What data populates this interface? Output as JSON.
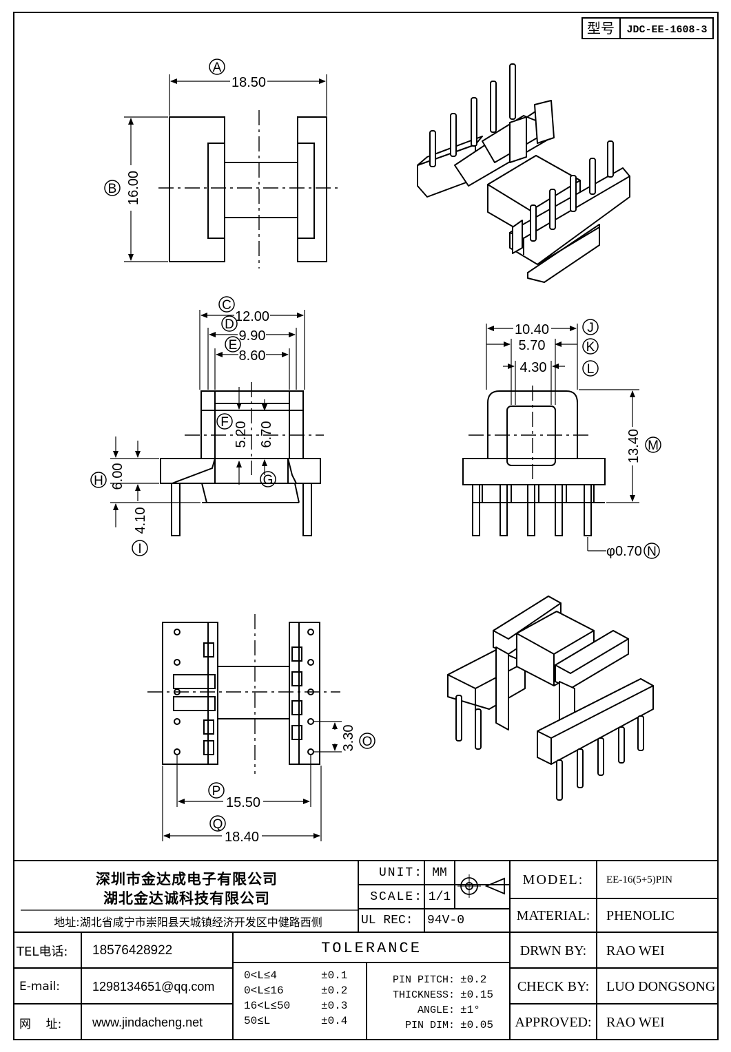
{
  "part_number": {
    "label": "型号",
    "value": "JDC-EE-1608-3"
  },
  "dimensions": {
    "A": {
      "tag": "A",
      "value": "18.50"
    },
    "B": {
      "tag": "B",
      "value": "16.00"
    },
    "C": {
      "tag": "C",
      "value": "12.00"
    },
    "D": {
      "tag": "D",
      "value": "9.90"
    },
    "E": {
      "tag": "E",
      "value": "8.60"
    },
    "F": {
      "tag": "F",
      "value": "5.20"
    },
    "G": {
      "tag": "G",
      "value": "6.70"
    },
    "H": {
      "tag": "H",
      "value": "6.00"
    },
    "I": {
      "tag": "I",
      "value": "4.10"
    },
    "J": {
      "tag": "J",
      "value": "10.40"
    },
    "K": {
      "tag": "K",
      "value": "5.70"
    },
    "L": {
      "tag": "L",
      "value": "4.30"
    },
    "M": {
      "tag": "M",
      "value": "13.40"
    },
    "N": {
      "tag": "N",
      "value": "φ0.70"
    },
    "O": {
      "tag": "O",
      "value": "3.30"
    },
    "P": {
      "tag": "P",
      "value": "15.50"
    },
    "Q": {
      "tag": "Q",
      "value": "18.40"
    }
  },
  "company": {
    "name_1": "深圳市金达成电子有限公司",
    "name_2": "湖北金达诚科技有限公司",
    "address": "地址:湖北省咸宁市崇阳县天城镇经济开发区中健路西侧",
    "tel_label": "TEL电话:",
    "tel": "18576428922",
    "email_label": "E-mail:",
    "email": "1298134651@qq.com",
    "web_label": "网    址:",
    "web": "www.jindacheng.net"
  },
  "spec": {
    "unit_label": "UNIT:",
    "unit": "MM",
    "scale_label": "SCALE:",
    "scale": "1/1",
    "ulrec_label": "UL REC:",
    "ulrec": "94V-0"
  },
  "tolerance": {
    "title": "TOLERANCE",
    "ranges": [
      {
        "range": "0<L≤4",
        "tol": "±0.1"
      },
      {
        "range": "0<L≤16",
        "tol": "±0.2"
      },
      {
        "range": "16<L≤50",
        "tol": "±0.3"
      },
      {
        "range": "50≤L",
        "tol": "±0.4"
      }
    ],
    "others": [
      {
        "name": "PIN PITCH:",
        "tol": "±0.2"
      },
      {
        "name": "THICKNESS:",
        "tol": "±0.15"
      },
      {
        "name": "ANGLE:",
        "tol": "±1°"
      },
      {
        "name": "PIN DIM:",
        "tol": "±0.05"
      }
    ]
  },
  "info": {
    "model_label": "MODEL:",
    "model": "EE-16(5+5)PIN",
    "material_label": "MATERIAL:",
    "material": "PHENOLIC",
    "drawn_label": "DRWN BY:",
    "drawn": "RAO WEI",
    "check_label": "CHECK BY:",
    "check": "LUO DONGSONG",
    "approved_label": "APPROVED:",
    "approved": "RAO WEI"
  }
}
